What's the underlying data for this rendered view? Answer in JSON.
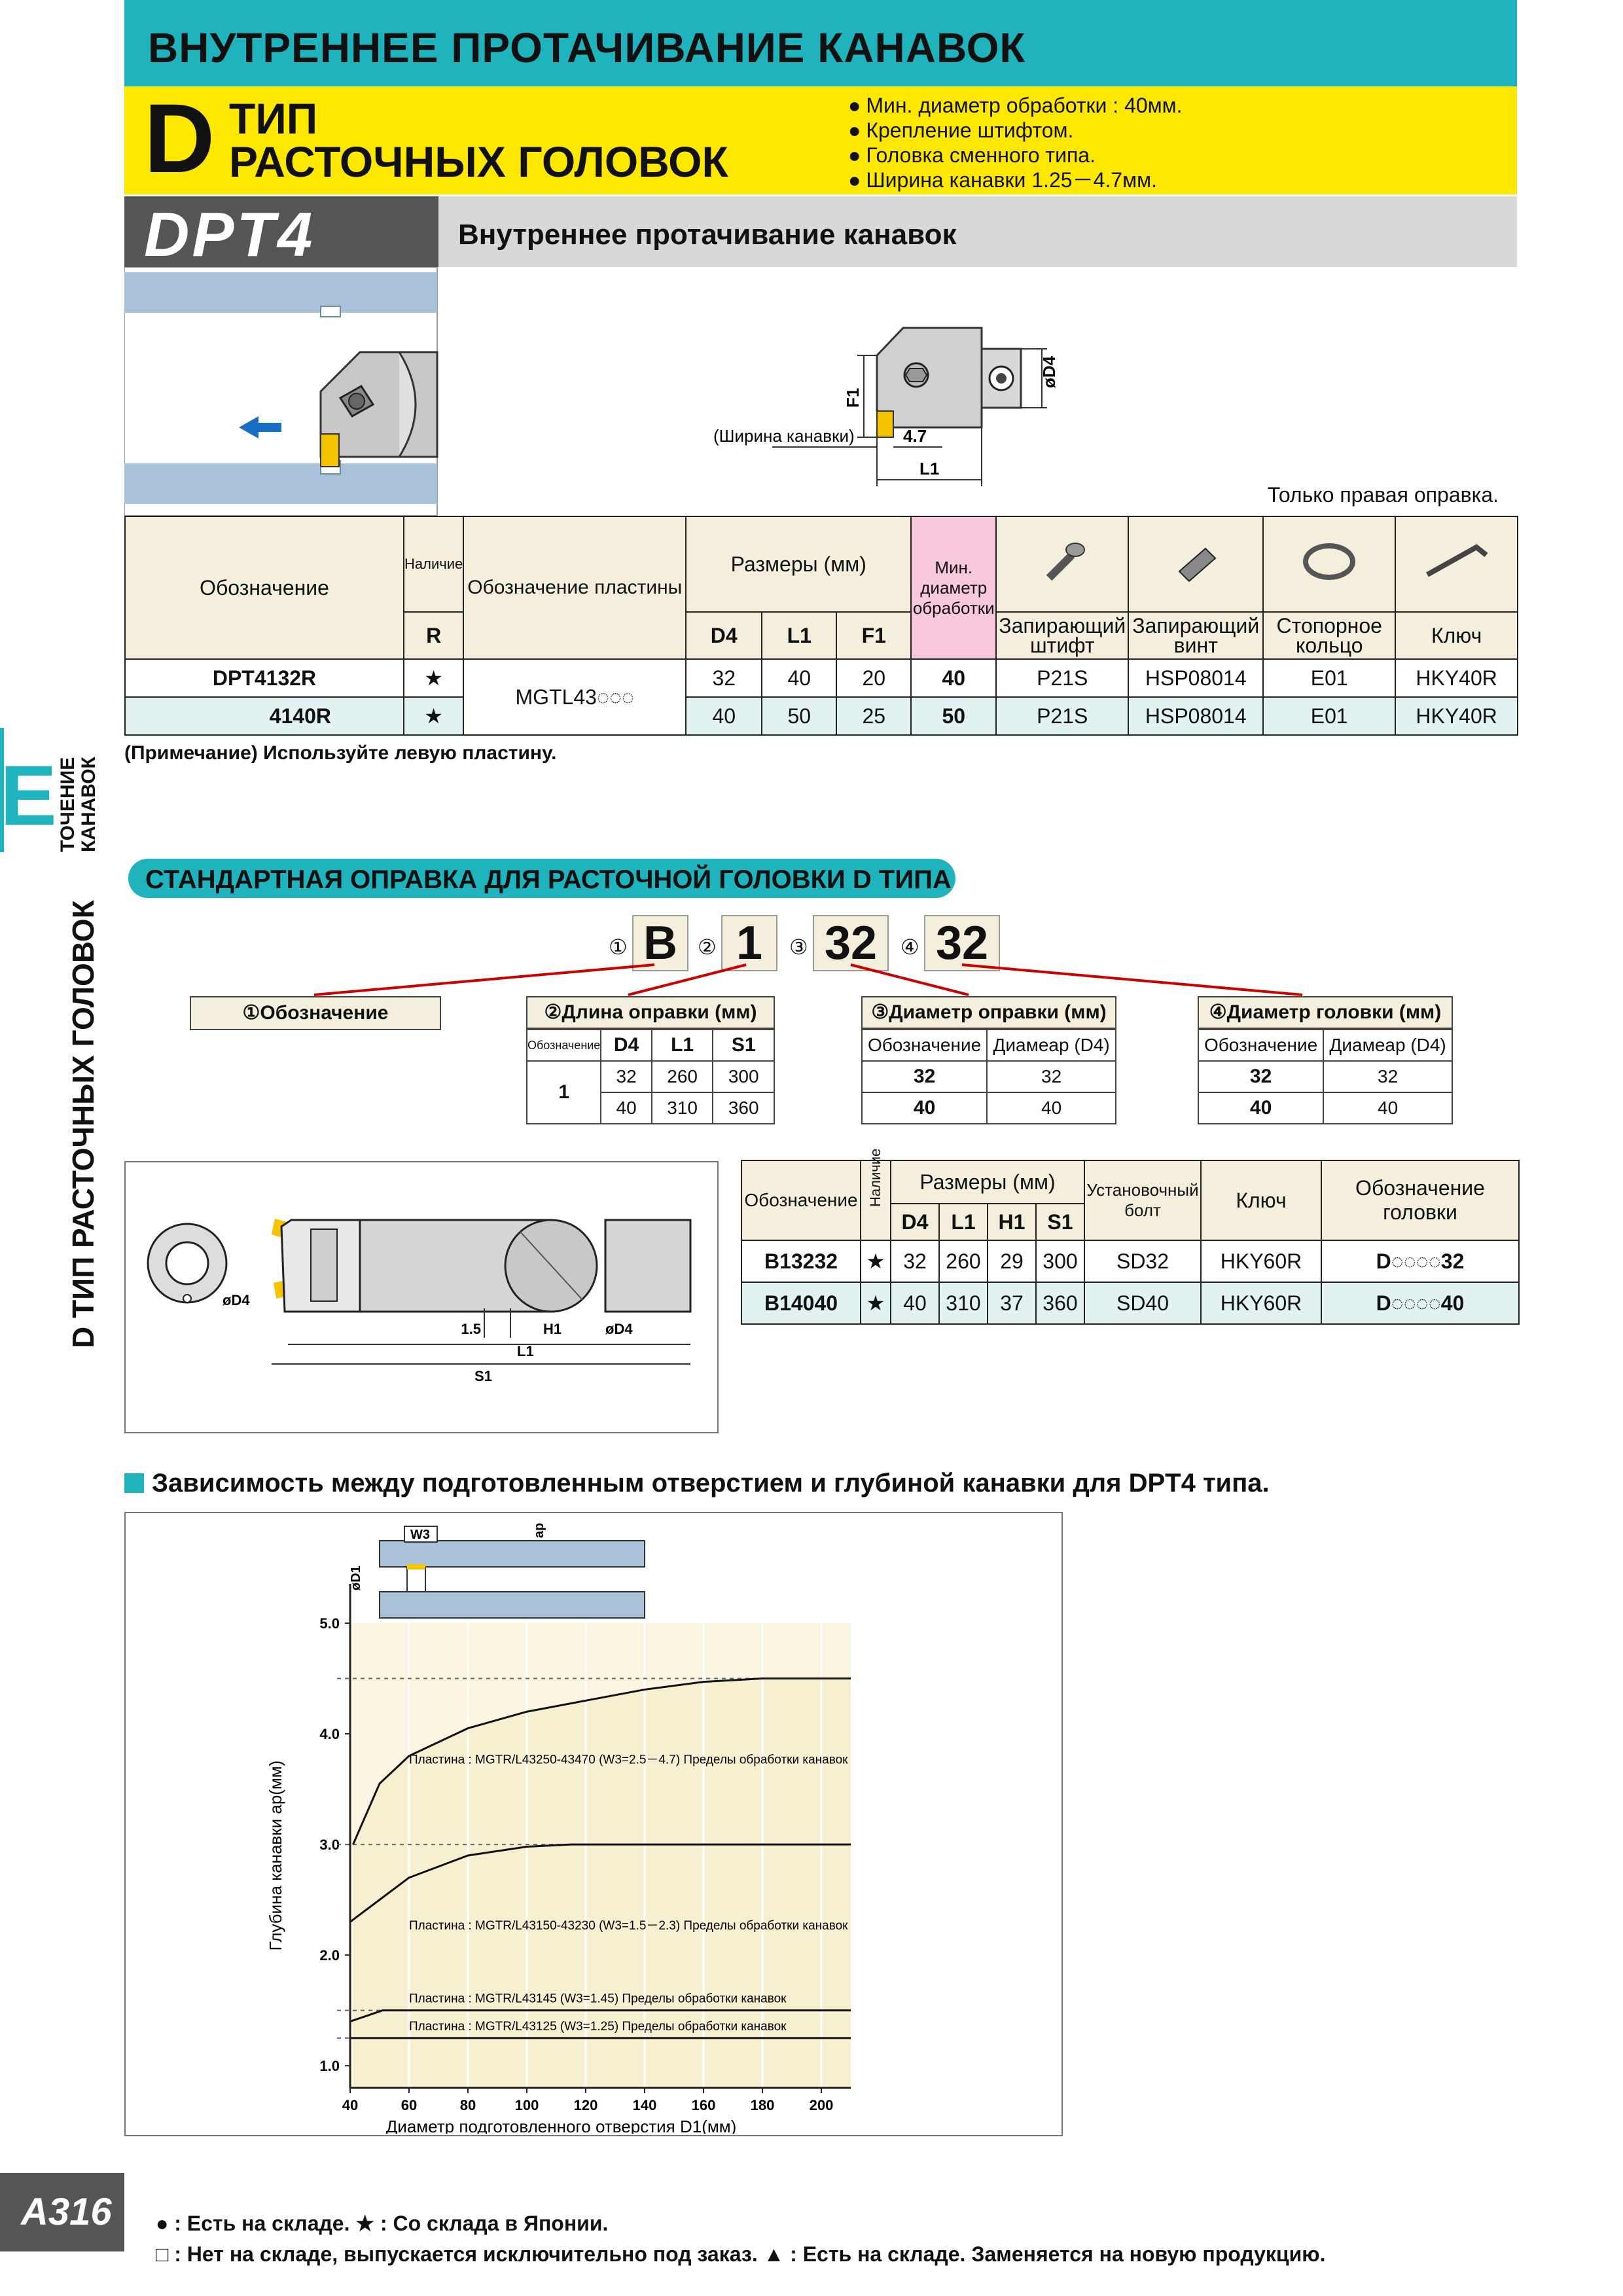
{
  "header": {
    "main_title": "ВНУТРЕННЕЕ ПРОТАЧИВАНИЕ КАНАВОК",
    "type_letter": "D",
    "type_line1": "ТИП",
    "type_line2": "РАСТОЧНЫХ ГОЛОВОК",
    "bullets": [
      "Мин. диаметр обработки : 40мм.",
      "Крепление штифтом.",
      "Головка сменного типа.",
      "Ширина канавки 1.25－4.7мм."
    ],
    "model": "DPT4",
    "subtitle": "Внутреннее протачивание канавок",
    "right_only": "Только правая оправка."
  },
  "diagram1": {
    "groove_width_label": "(Ширина канавки)",
    "dim_value": "4.7",
    "F1": "F1",
    "L1": "L1",
    "D4": "øD4"
  },
  "table1": {
    "h_designation": "Обозначение",
    "h_availability": "Наличие",
    "h_insert": "Обозначение пластины",
    "h_dims": "Размеры (мм)",
    "h_min_diam": "Мин. диаметр обработки",
    "h_lock_pin": "Запирающий штифт",
    "h_lock_screw": "Запирающий винт",
    "h_ring": "Стопорное кольцо",
    "h_key": "Ключ",
    "h_R": "R",
    "h_D4": "D4",
    "h_L1": "L1",
    "h_F1": "F1",
    "insert": "MGTL43◌◌◌",
    "rows": [
      {
        "code": "DPT4132R",
        "avail": "★",
        "D4": "32",
        "L1": "40",
        "F1": "20",
        "min": "40",
        "pin": "P21S",
        "screw": "HSP08014",
        "ring": "E01",
        "key": "HKY40R"
      },
      {
        "code": "4140R",
        "avail": "★",
        "D4": "40",
        "L1": "50",
        "F1": "25",
        "min": "50",
        "pin": "P21S",
        "screw": "HSP08014",
        "ring": "E01",
        "key": "HKY40R"
      }
    ],
    "note": "(Примечание) Используйте левую пластину."
  },
  "side": {
    "letter": "E",
    "small_line1": "ТОЧЕНИЕ",
    "small_line2": "КАНАВОК",
    "big": "D ТИП РАСТОЧНЫХ ГОЛОВОК"
  },
  "section2": {
    "title": "СТАНДАРТНАЯ ОПРАВКА ДЛЯ РАСТОЧНОЙ ГОЛОВКИ D ТИПА",
    "code": [
      {
        "num": "①",
        "val": "B"
      },
      {
        "num": "②",
        "val": "1"
      },
      {
        "num": "③",
        "val": "32"
      },
      {
        "num": "④",
        "val": "32"
      }
    ],
    "box1": "①Обозначение",
    "box2": {
      "title": "②Длина оправки (мм)",
      "h": [
        "Обозначение",
        "D4",
        "L1",
        "S1"
      ],
      "code": "1",
      "rows": [
        [
          "32",
          "260",
          "300"
        ],
        [
          "40",
          "310",
          "360"
        ]
      ]
    },
    "box3": {
      "title": "③Диаметр оправки (мм)",
      "h": [
        "Обозначение",
        "Диамеар (D4)"
      ],
      "rows": [
        [
          "32",
          "32"
        ],
        [
          "40",
          "40"
        ]
      ]
    },
    "box4": {
      "title": "④Диаметр головки (мм)",
      "h": [
        "Обозначение",
        "Диамеар (D4)"
      ],
      "rows": [
        [
          "32",
          "32"
        ],
        [
          "40",
          "40"
        ]
      ]
    }
  },
  "diagram2": {
    "d4": "øD4",
    "h15": "1.5",
    "H1": "H1",
    "L1": "L1",
    "S1": "S1"
  },
  "table3": {
    "h_designation": "Обозначение",
    "h_availability": "Наличие",
    "h_dims": "Размеры (мм)",
    "h_bolt": "Установочный болт",
    "h_key": "Ключ",
    "h_head": "Обозначение головки",
    "h_D4": "D4",
    "h_L1": "L1",
    "h_H1": "H1",
    "h_S1": "S1",
    "rows": [
      {
        "code": "B13232",
        "avail": "★",
        "D4": "32",
        "L1": "260",
        "H1": "29",
        "S1": "300",
        "bolt": "SD32",
        "key": "HKY60R",
        "head_prefix": "D◌◌◌◌",
        "head_suffix": "32"
      },
      {
        "code": "B14040",
        "avail": "★",
        "D4": "40",
        "L1": "310",
        "H1": "37",
        "S1": "360",
        "bolt": "SD40",
        "key": "HKY60R",
        "head_prefix": "D◌◌◌◌",
        "head_suffix": "40"
      }
    ]
  },
  "chart_data": {
    "type": "line",
    "title": "Зависимость между подготовленным отверстием и глубиной канавки для DPT4 типа.",
    "xlabel": "Диаметр подготовленного отверстия D1(мм)",
    "ylabel": "Глубина канавки ap(мм)",
    "xlim": [
      40,
      210
    ],
    "ylim": [
      0.8,
      5.0
    ],
    "xticks": [
      "40",
      "60",
      "80",
      "100",
      "120",
      "140",
      "160",
      "180",
      "200"
    ],
    "yticks": [
      "1.0",
      "2.0",
      "3.0",
      "4.0",
      "5.0"
    ],
    "inset_labels": {
      "w3": "W3",
      "d1": "øD1",
      "ap": "ap"
    },
    "series": [
      {
        "name": "Пластина : MGTR/L43250-43470 (W3=2.5－4.7) Пределы обработки канавок",
        "x": [
          41,
          50,
          60,
          80,
          100,
          120,
          140,
          160,
          180,
          212
        ],
        "y": [
          3.0,
          3.55,
          3.8,
          4.05,
          4.2,
          4.3,
          4.4,
          4.47,
          4.5,
          4.5
        ]
      },
      {
        "name": "Пластина : MGTR/L43150-43230 (W3=1.5－2.3) Пределы обработки канавок",
        "x": [
          40,
          50,
          60,
          80,
          100,
          115,
          212
        ],
        "y": [
          2.3,
          2.5,
          2.7,
          2.9,
          2.98,
          3.0,
          3.0
        ]
      },
      {
        "name": "Пластина : MGTR/L43145 (W3=1.45) Пределы обработки канавок",
        "x": [
          40,
          51,
          212
        ],
        "y": [
          1.4,
          1.5,
          1.5
        ]
      },
      {
        "name": "Пластина : MGTR/L43125 (W3=1.25) Пределы обработки канавок",
        "x": [
          40,
          212
        ],
        "y": [
          1.25,
          1.25
        ]
      }
    ]
  },
  "footer": {
    "page": "A316",
    "line1": "● : Есть на складе.   ★ : Со склада в Японии.",
    "line2": "□ : Нет на складе, выпускается исключительно под заказ.   ▲ : Есть на складе. Заменяется на новую продукцию."
  },
  "colors": {
    "teal": "#1fb3bd",
    "yellow": "#ffe800",
    "beige": "#f4eedc",
    "pink": "#f8c8dc",
    "insert": "#f5c400"
  }
}
